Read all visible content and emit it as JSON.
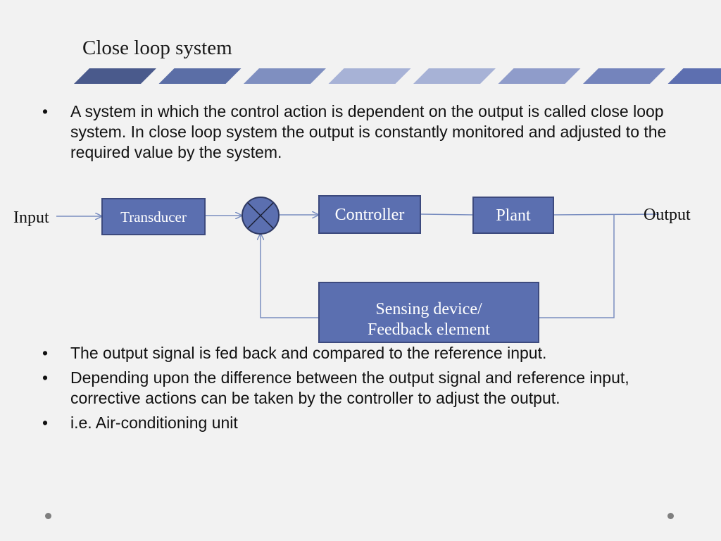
{
  "slide": {
    "title": "Close loop system",
    "stripe_colors": [
      "#4a5a8c",
      "#5b6ea6",
      "#7f8fc0",
      "#a7b2d6",
      "#a7b2d6",
      "#8f9cca",
      "#7484bc",
      "#5d6fb0"
    ]
  },
  "intro_bullet": {
    "marker": "•",
    "text": "A system in which the control action is dependent on the output is called close loop system. In close loop system the output is constantly monitored and adjusted to the required value by the system."
  },
  "diagram": {
    "input_label": "Input",
    "output_label": "Output",
    "transducer_label": "Transducer",
    "controller_label": "Controller",
    "plant_label": "Plant",
    "feedback_line1": "Sensing device/",
    "feedback_line2": "Feedback element",
    "box_color": "#5b6fb0",
    "line_color": "#7a8ec0"
  },
  "bullets": [
    {
      "marker": "•",
      "text": "The output signal is fed back and compared to the reference input."
    },
    {
      "marker": "•",
      "text": "Depending upon the difference between the output signal and reference input, corrective actions can be taken by the controller to adjust the output."
    },
    {
      "marker": "•",
      "text": "i.e. Air-conditioning unit"
    }
  ]
}
